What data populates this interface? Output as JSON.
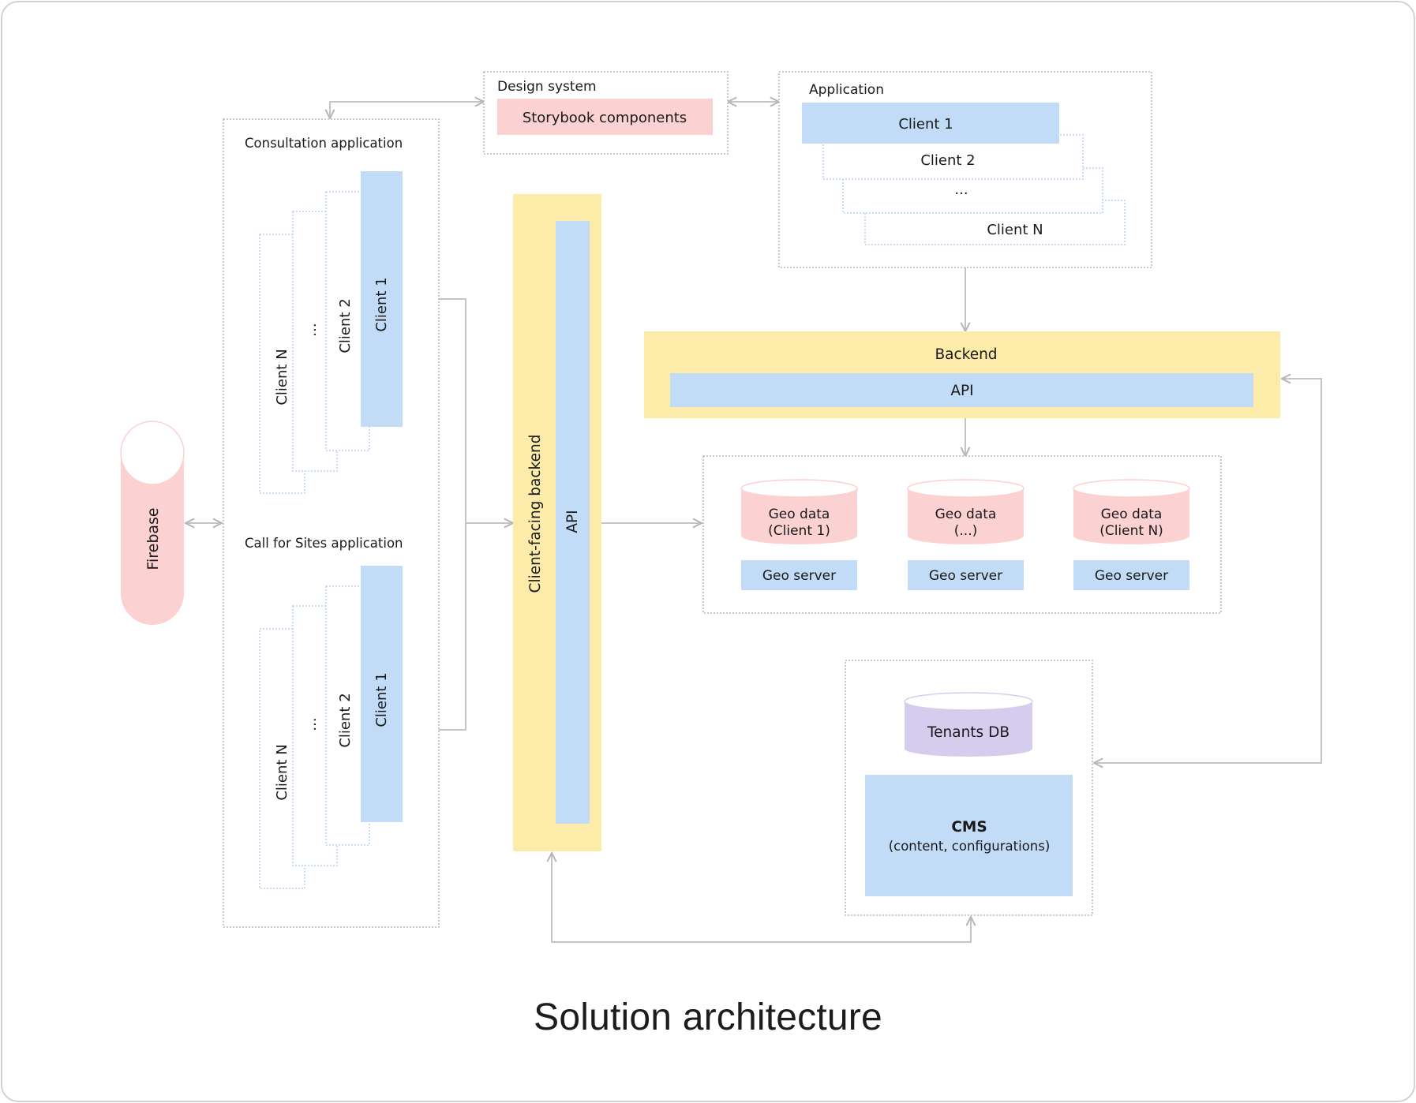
{
  "caption": "Solution architecture",
  "colors": {
    "blue": "#c2dbf7",
    "yellow": "#fdebaa",
    "pink": "#fcd1d1",
    "purple": "#d6cdee",
    "dotted_border": "#b9b9b9",
    "client_dotted_border": "#bcd3ef",
    "connector": "#c4c4c4"
  },
  "design_system": {
    "title": "Design system",
    "component": "Storybook components"
  },
  "application": {
    "title": "Application",
    "clients": [
      "Client 1",
      "Client 2",
      "...",
      "Client N"
    ]
  },
  "consultation_app": {
    "title": "Consultation application",
    "clients": [
      "Client 1",
      "Client 2",
      "...",
      "Client N"
    ]
  },
  "call_for_sites_app": {
    "title": "Call for Sites application",
    "clients": [
      "Client 1",
      "Client 2",
      "...",
      "Client N"
    ]
  },
  "firebase": {
    "label": "Firebase"
  },
  "client_facing_backend": {
    "title": "Client-facing backend",
    "api": "API"
  },
  "backend": {
    "title": "Backend",
    "api": "API"
  },
  "geo": {
    "units": [
      {
        "data_line1": "Geo data",
        "data_line2": "(Client 1)",
        "server": "Geo server"
      },
      {
        "data_line1": "Geo data",
        "data_line2": "(...)",
        "server": "Geo server"
      },
      {
        "data_line1": "Geo data",
        "data_line2": "(Client N)",
        "server": "Geo server"
      }
    ]
  },
  "tenants": {
    "db": "Tenants DB",
    "cms_title": "CMS",
    "cms_subtitle": "(content, configurations)"
  }
}
